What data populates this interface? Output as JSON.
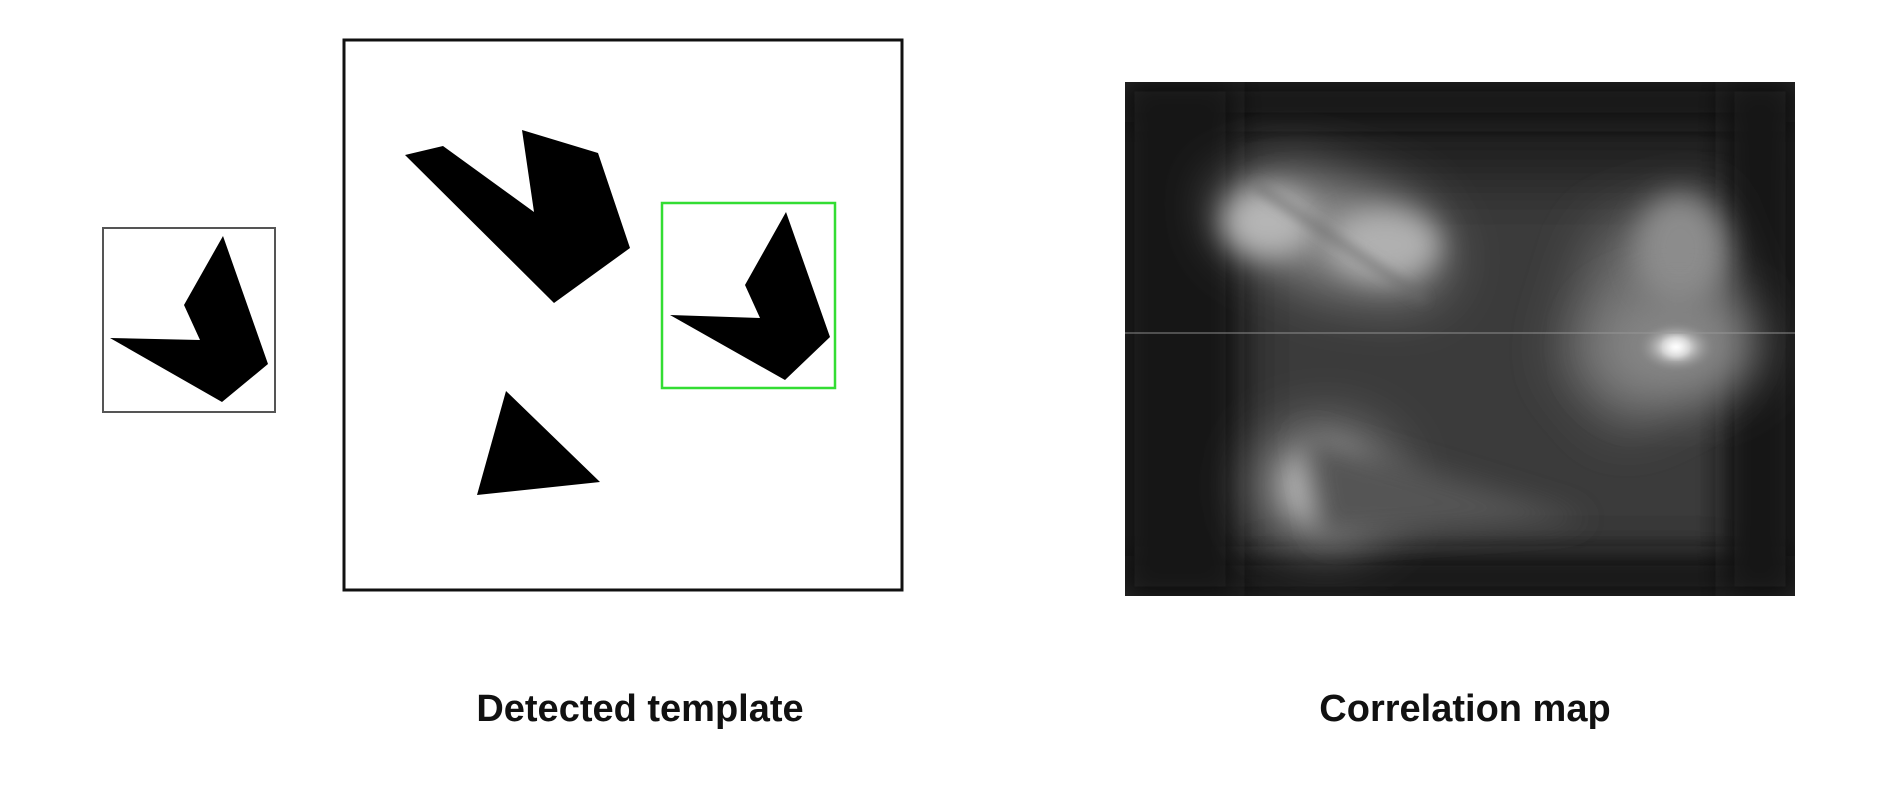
{
  "captions": {
    "left": "Detected template",
    "right": "Correlation map"
  },
  "colors": {
    "background": "#ffffff",
    "frame": "#111111",
    "shape_fill": "#000000",
    "detection_box": "#33dd33",
    "map_background": "#1e1e1e",
    "map_highlight": "#ffffff"
  },
  "panels": {
    "template": {
      "label": "template-image"
    },
    "scene": {
      "label": "scene-image"
    },
    "correlation": {
      "label": "correlation-map"
    }
  }
}
